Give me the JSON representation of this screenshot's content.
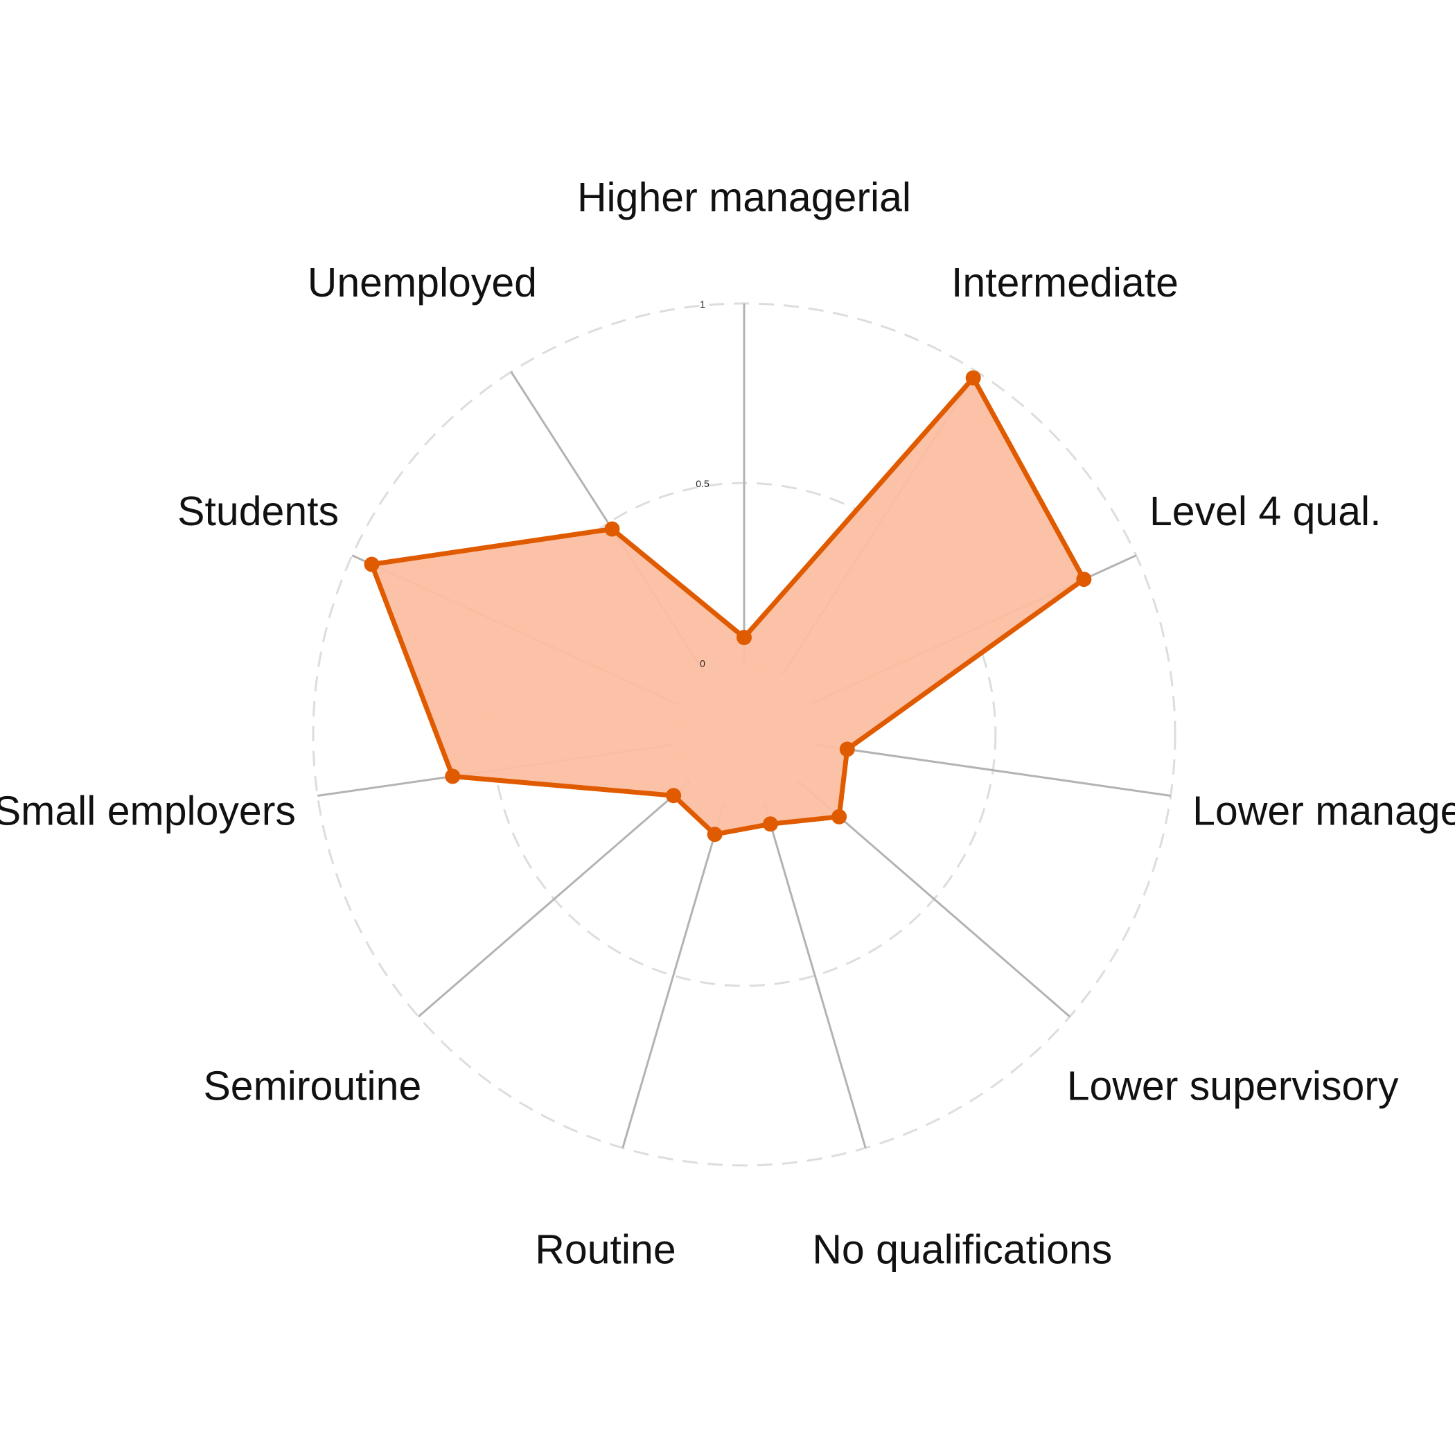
{
  "chart_data": {
    "type": "radar",
    "title": "",
    "categories": [
      "Higher managerial",
      "Intermediate",
      "Level 4 qual.",
      "Lower managerial",
      "Lower supervisory",
      "No qualifications",
      "Routine",
      "Semiroutine",
      "Small employers",
      "Students",
      "Unemployed"
    ],
    "series": [
      {
        "values": [
          0.07,
          0.98,
          0.84,
          0.09,
          0.15,
          0.06,
          0.09,
          0.06,
          0.62,
          0.94,
          0.48
        ]
      }
    ],
    "rlim": [
      -0.2,
      1
    ],
    "ticks": [
      {
        "value": 0,
        "label": "0"
      },
      {
        "value": 0.5,
        "label": "0.5"
      },
      {
        "value": 1,
        "label": "1"
      }
    ],
    "grid": "dashed-circles",
    "legend": "none"
  },
  "colors": {
    "series_line": "#E05A00",
    "series_fill": "#FCBFA2",
    "spokes": "#B3B3B3",
    "grid": "#DDDDDD"
  }
}
